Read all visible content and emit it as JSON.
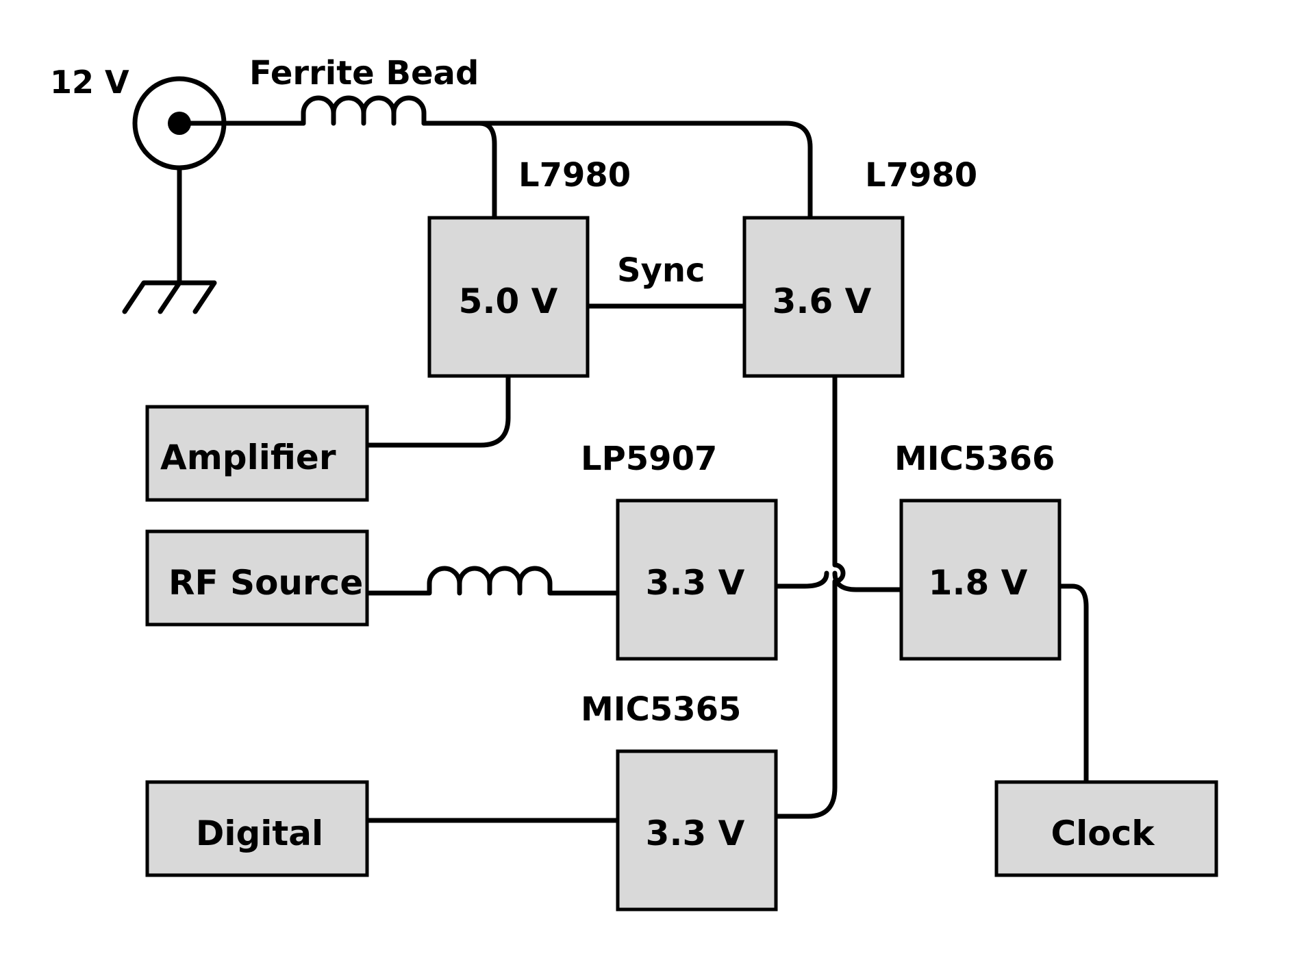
{
  "input": {
    "voltage_label": "12 V"
  },
  "ferrite": {
    "label": "Ferrite Bead"
  },
  "regulators": {
    "reg_5v": {
      "part": "L7980",
      "voltage": "5.0 V"
    },
    "reg_36v": {
      "part": "L7980",
      "voltage": "3.6 V"
    },
    "reg_33a": {
      "part": "LP5907",
      "voltage": "3.3 V"
    },
    "reg_18v": {
      "part": "MIC5366",
      "voltage": "1.8 V"
    },
    "reg_33b": {
      "part": "MIC5365",
      "voltage": "3.3 V"
    }
  },
  "sync": {
    "label": "Sync"
  },
  "loads": {
    "amplifier": "Amplifier",
    "rf_source": "RF Source",
    "digital": "Digital",
    "clock": "Clock"
  },
  "colors": {
    "box_fill": "#d9d9d9",
    "line": "#000000",
    "background": "#ffffff"
  }
}
